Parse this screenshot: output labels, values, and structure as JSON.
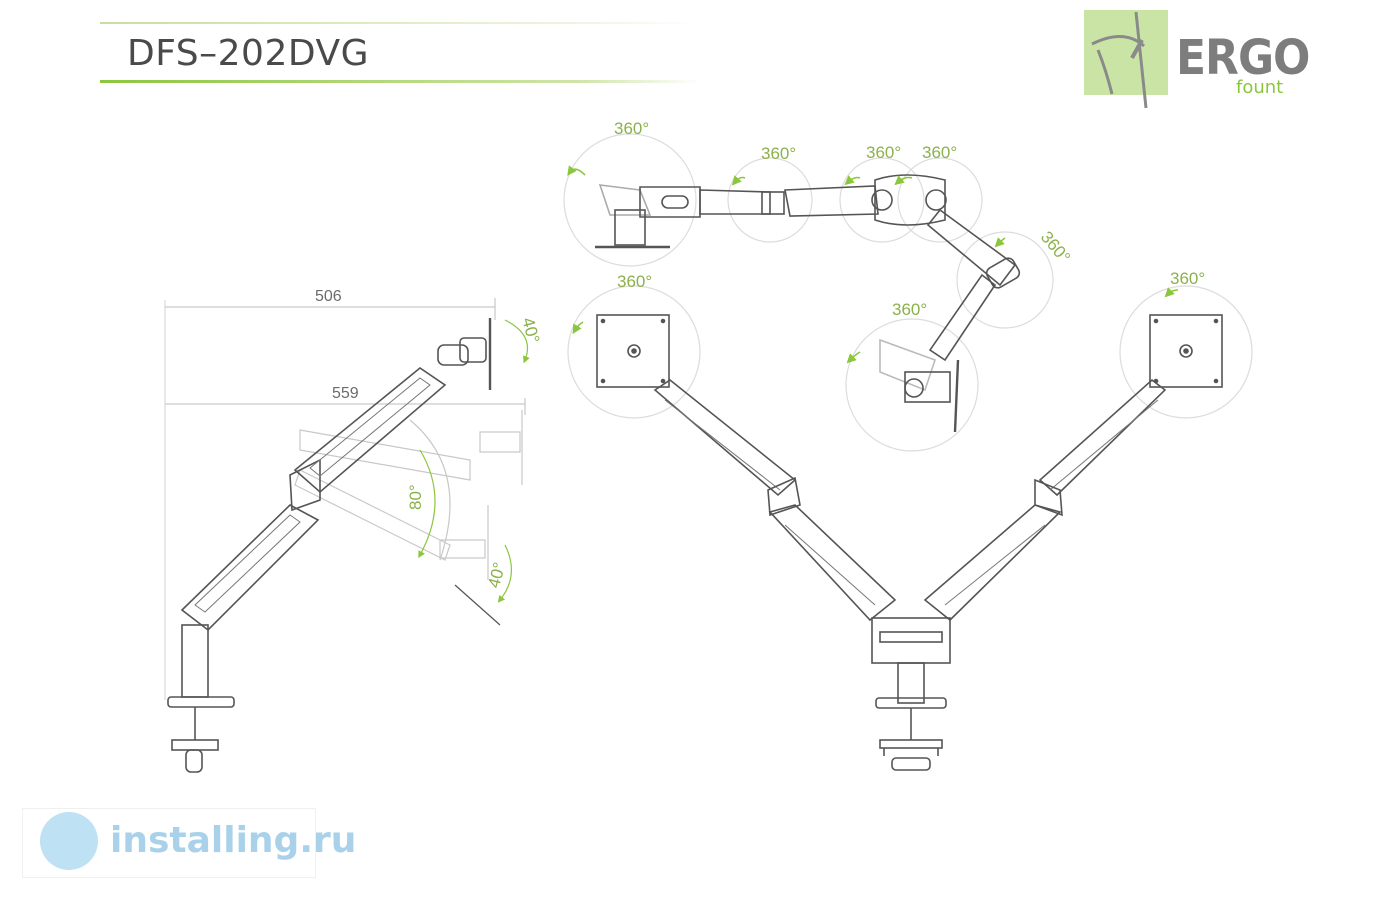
{
  "header": {
    "model": "DFS–202DVG",
    "logo_word": "ERGO",
    "logo_sub": "fount"
  },
  "colors": {
    "accent_green": "#8cc63f",
    "line_gray": "#555555",
    "guide_gray": "#bdbdbd"
  },
  "dimensions": {
    "reach_a": "506",
    "reach_b": "559",
    "tilt_top": "40°",
    "lift": "80°",
    "tilt_bottom": "40°"
  },
  "rotations": {
    "top_view_1": "360°",
    "top_view_2": "360°",
    "top_view_3": "360°",
    "top_view_4": "360°",
    "top_view_5": "360°",
    "top_view_6": "360°",
    "front_left": "360°",
    "front_right": "360°"
  },
  "watermark": {
    "text": "installing.ru",
    "icon": "gear-cloud-icon"
  }
}
